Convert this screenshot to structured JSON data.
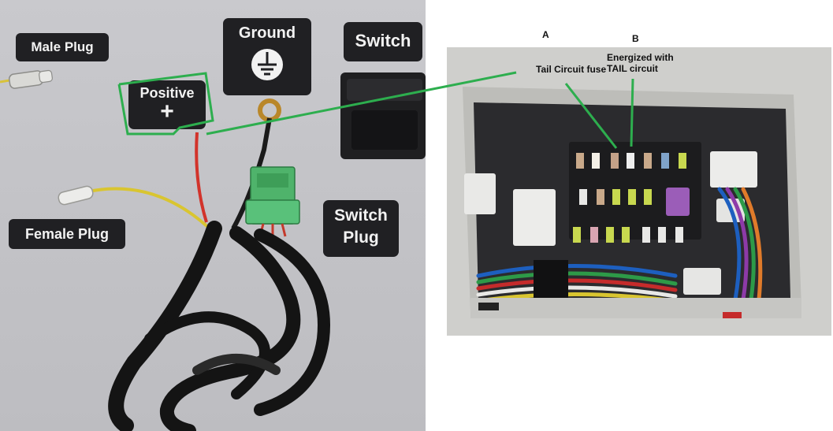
{
  "left_photo": {
    "labels": {
      "male_plug": "Male Plug",
      "ground": "Ground",
      "switch": "Switch",
      "positive": "Positive",
      "positive_symbol": "+",
      "female_plug": "Female Plug",
      "switch_plug_line1": "Switch",
      "switch_plug_line2": "Plug"
    }
  },
  "fuse_box_photo": {
    "labels": {
      "a": "A",
      "b": "B",
      "tail_fuse": "Tail Circuit fuse",
      "energized": "Energized with TAIL circuit"
    }
  },
  "colors": {
    "annotation_green": "#2dae4e",
    "callout_background": "#202023"
  }
}
